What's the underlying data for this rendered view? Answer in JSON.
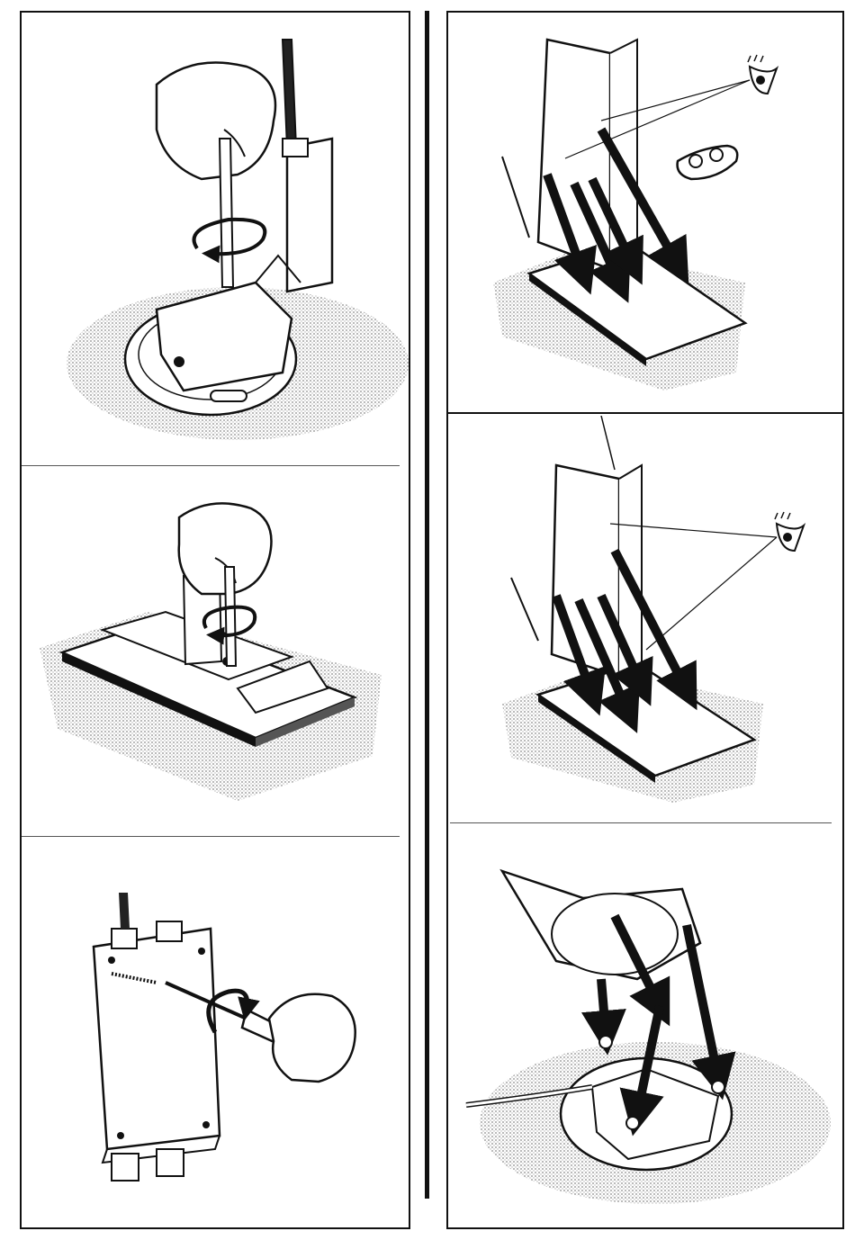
{
  "figure_panels": [
    {
      "id": "left-1",
      "illustration": "hand-hex-key-turning-on-round-base"
    },
    {
      "id": "left-2",
      "illustration": "hand-hex-key-turning-on-rectangular-base"
    },
    {
      "id": "left-3",
      "illustration": "screwdriver-opening-junction-box"
    },
    {
      "id": "right-1",
      "illustration": "post-on-rectangular-base-with-spacer"
    },
    {
      "id": "right-2",
      "illustration": "post-on-rectangular-base"
    },
    {
      "id": "right-3",
      "illustration": "post-on-round-base-with-cable"
    }
  ],
  "icons": [
    "eye-icon",
    "arrow-icon",
    "rotation-arrow-icon",
    "hand-icon",
    "hex-key-icon",
    "screwdriver-icon"
  ],
  "colors": {
    "ink": "#111111",
    "paper": "#ffffff",
    "shade": "#9a9a9a"
  }
}
